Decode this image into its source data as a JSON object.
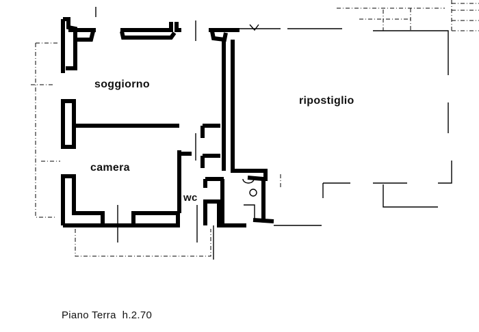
{
  "rooms": {
    "living": "soggiorno",
    "bedroom": "camera",
    "bathroom": "wc",
    "storage": "ripostiglio"
  },
  "caption": "Piano Terra  h.2.70",
  "colors": {
    "ink": "#000000",
    "paper": "#ffffff"
  }
}
